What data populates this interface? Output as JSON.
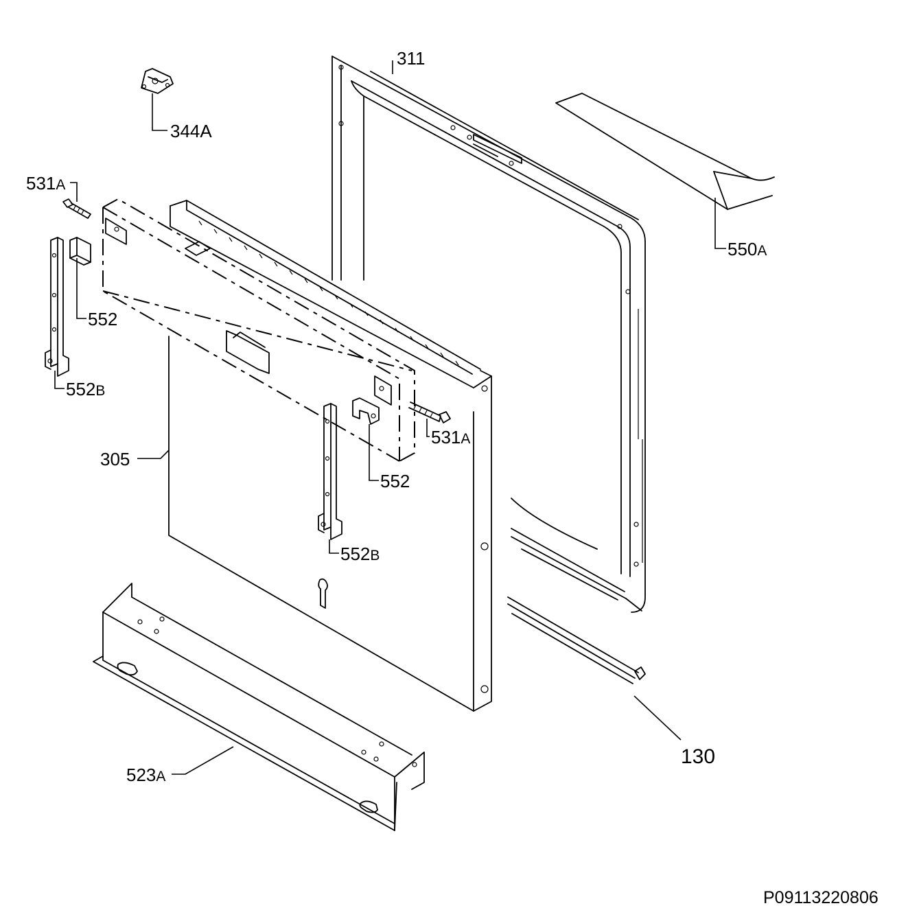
{
  "diagram": {
    "labels": [
      {
        "id": "311",
        "main": "311",
        "suffix": ""
      },
      {
        "id": "344A",
        "main": "344A",
        "suffix": ""
      },
      {
        "id": "550A",
        "main": "550",
        "suffix": "A"
      },
      {
        "id": "531A-top",
        "main": "531",
        "suffix": "A"
      },
      {
        "id": "552-left",
        "main": "552",
        "suffix": ""
      },
      {
        "id": "552B-left",
        "main": "552",
        "suffix": "B"
      },
      {
        "id": "531A-right",
        "main": "531",
        "suffix": "A"
      },
      {
        "id": "305",
        "main": "305",
        "suffix": ""
      },
      {
        "id": "552-right",
        "main": "552",
        "suffix": ""
      },
      {
        "id": "552B-right",
        "main": "552",
        "suffix": "B"
      },
      {
        "id": "130",
        "main": "130",
        "suffix": ""
      },
      {
        "id": "523A",
        "main": "523",
        "suffix": "A"
      }
    ],
    "drawing_code": "P09113220806"
  }
}
